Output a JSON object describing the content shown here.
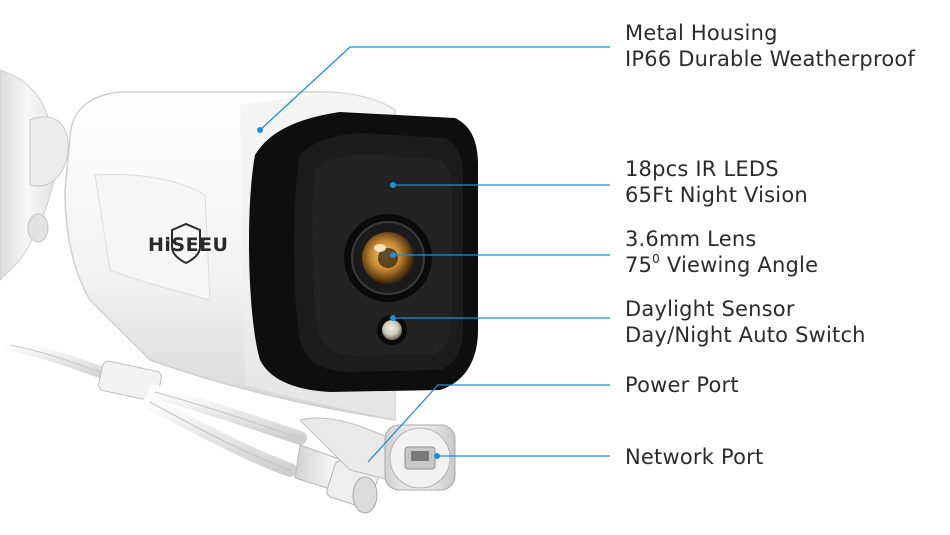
{
  "brand": {
    "logo_text": "HiSEEU"
  },
  "callouts": [
    {
      "id": "housing",
      "line1": "Metal Housing",
      "line2": "IP66 Durable Weatherproof"
    },
    {
      "id": "ir",
      "line1": "18pcs IR LEDS",
      "line2": "65Ft Night Vision"
    },
    {
      "id": "lens",
      "line1": "3.6mm Lens",
      "line2_pre": "75",
      "line2_sup": "0",
      "line2_post": " Viewing Angle"
    },
    {
      "id": "sensor",
      "line1": "Daylight Sensor",
      "line2": "Day/Night Auto Switch"
    },
    {
      "id": "power",
      "line1": "Power Port"
    },
    {
      "id": "network",
      "line1": "Network Port"
    }
  ],
  "colors": {
    "leader_line": "#1e8fd6",
    "housing": "#f4f4f4",
    "front_bezel": "#111111",
    "lens_amber": "#d8a24a"
  }
}
